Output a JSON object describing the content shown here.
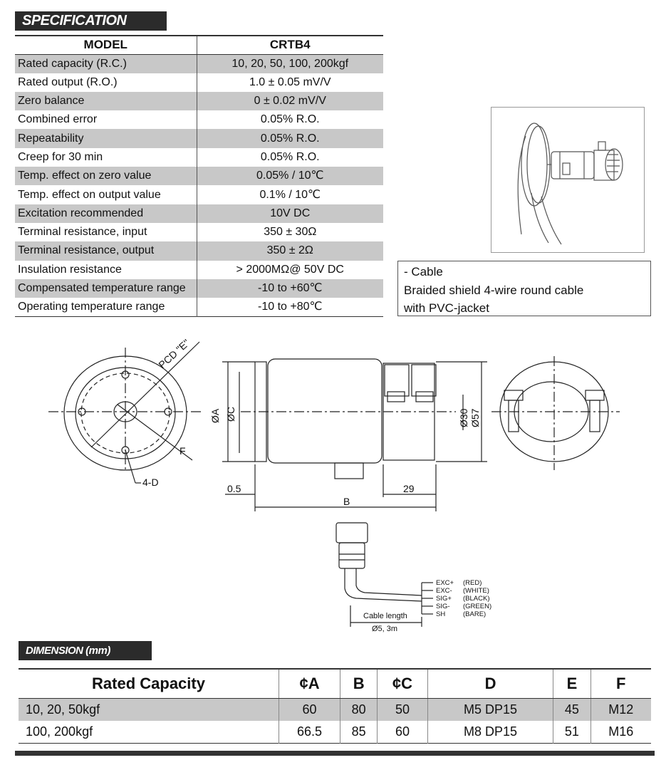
{
  "spec": {
    "title": "SPECIFICATION",
    "header": [
      "MODEL",
      "CRTB4"
    ],
    "rows": [
      [
        "Rated capacity (R.C.)",
        "10, 20, 50, 100, 200kgf"
      ],
      [
        "Rated output (R.O.)",
        "1.0 ± 0.05 mV/V"
      ],
      [
        "Zero balance",
        "0 ± 0.02 mV/V"
      ],
      [
        "Combined error",
        "0.05% R.O."
      ],
      [
        "Repeatability",
        "0.05% R.O."
      ],
      [
        "Creep for 30 min",
        "0.05% R.O."
      ],
      [
        "Temp. effect on zero value",
        "0.05% / 10℃"
      ],
      [
        "Temp. effect on output value",
        "0.1% / 10℃"
      ],
      [
        "Excitation recommended",
        "10V DC"
      ],
      [
        "Terminal resistance, input",
        "350 ± 30Ω"
      ],
      [
        "Terminal resistance, output",
        "350 ± 2Ω"
      ],
      [
        "Insulation resistance",
        "> 2000MΩ@ 50V DC"
      ],
      [
        "Compensated temperature range",
        "-10 to +60℃"
      ],
      [
        "Operating temperature range",
        "-10 to +80℃"
      ]
    ]
  },
  "cable": {
    "lines": [
      "- Cable",
      "Braided shield 4-wire round cable",
      "with PVC-jacket"
    ]
  },
  "drawing": {
    "pcd_label": "PCD \"E\"",
    "f_label": "F",
    "d_label": "4-D",
    "dia_a": "ØA",
    "dia_c": "ØC",
    "dia_30": "Ø30",
    "dia_57": "Ø57",
    "dim_05": "0.5",
    "dim_29": "29",
    "dim_b": "B",
    "wires": [
      [
        "EXC+",
        "(RED)"
      ],
      [
        "EXC-",
        "(WHITE)"
      ],
      [
        "SIG+",
        "(BLACK)"
      ],
      [
        "SIG-",
        "(GREEN)"
      ],
      [
        "SH",
        "(BARE)"
      ]
    ],
    "cable_length_label": "Cable length",
    "cable_spec": "Ø5, 3m"
  },
  "dimension": {
    "title": "DIMENSION (mm)",
    "headers": [
      "Rated Capacity",
      "¢A",
      "B",
      "¢C",
      "D",
      "E",
      "F"
    ],
    "rows": [
      [
        "10, 20, 50kgf",
        "60",
        "80",
        "50",
        "M5 DP15",
        "45",
        "M12"
      ],
      [
        "100, 200kgf",
        "66.5",
        "85",
        "60",
        "M8 DP15",
        "51",
        "M16"
      ]
    ]
  }
}
